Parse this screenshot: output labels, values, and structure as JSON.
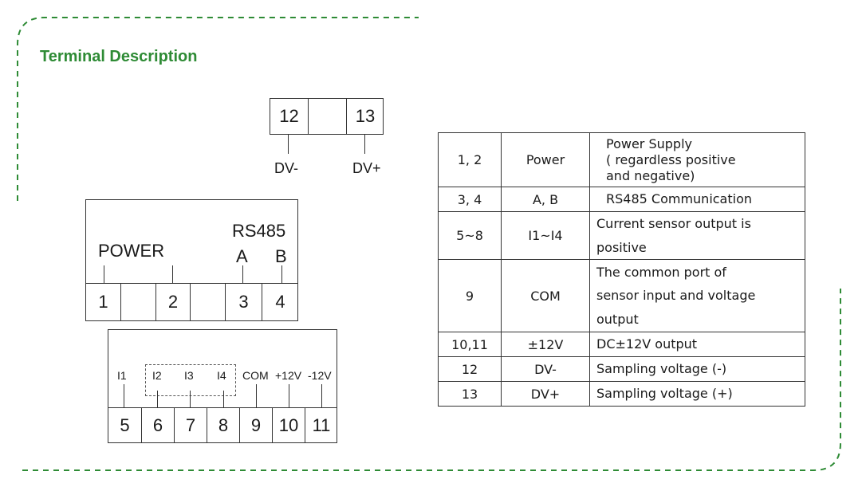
{
  "accent_color": "#2e8b35",
  "title": "Terminal Description",
  "dv_block": {
    "terminals": [
      "12",
      "",
      "13"
    ],
    "labels": [
      "DV-",
      "DV+"
    ]
  },
  "power_block": {
    "power_label": "POWER",
    "rs485_label": "RS485",
    "a_label": "A",
    "b_label": "B",
    "terminals": [
      "1",
      "",
      "2",
      "",
      "3",
      "4"
    ]
  },
  "sensor_block": {
    "labels": [
      "I1",
      "I2",
      "I3",
      "I4",
      "COM",
      "+12V",
      "-12V"
    ],
    "terminals": [
      "5",
      "6",
      "7",
      "8",
      "9",
      "10",
      "11"
    ]
  },
  "table": {
    "rows": [
      {
        "terminal": "1, 2",
        "name": "Power",
        "desc": "Power Supply\n( regardless positive\nand negative)"
      },
      {
        "terminal": "3, 4",
        "name": "A, B",
        "desc": "RS485 Communication"
      },
      {
        "terminal": "5~8",
        "name": "I1~I4",
        "desc": "Current sensor output  is\npositive"
      },
      {
        "terminal": "9",
        "name": "COM",
        "desc": "The common port of\nsensor input and voltage\n output"
      },
      {
        "terminal": "10,11",
        "name": "±12V",
        "desc": "DC±12V output"
      },
      {
        "terminal": "12",
        "name": "DV-",
        "desc": "Sampling voltage  (-)"
      },
      {
        "terminal": "13",
        "name": "DV+",
        "desc": "Sampling voltage  (+)"
      }
    ]
  }
}
